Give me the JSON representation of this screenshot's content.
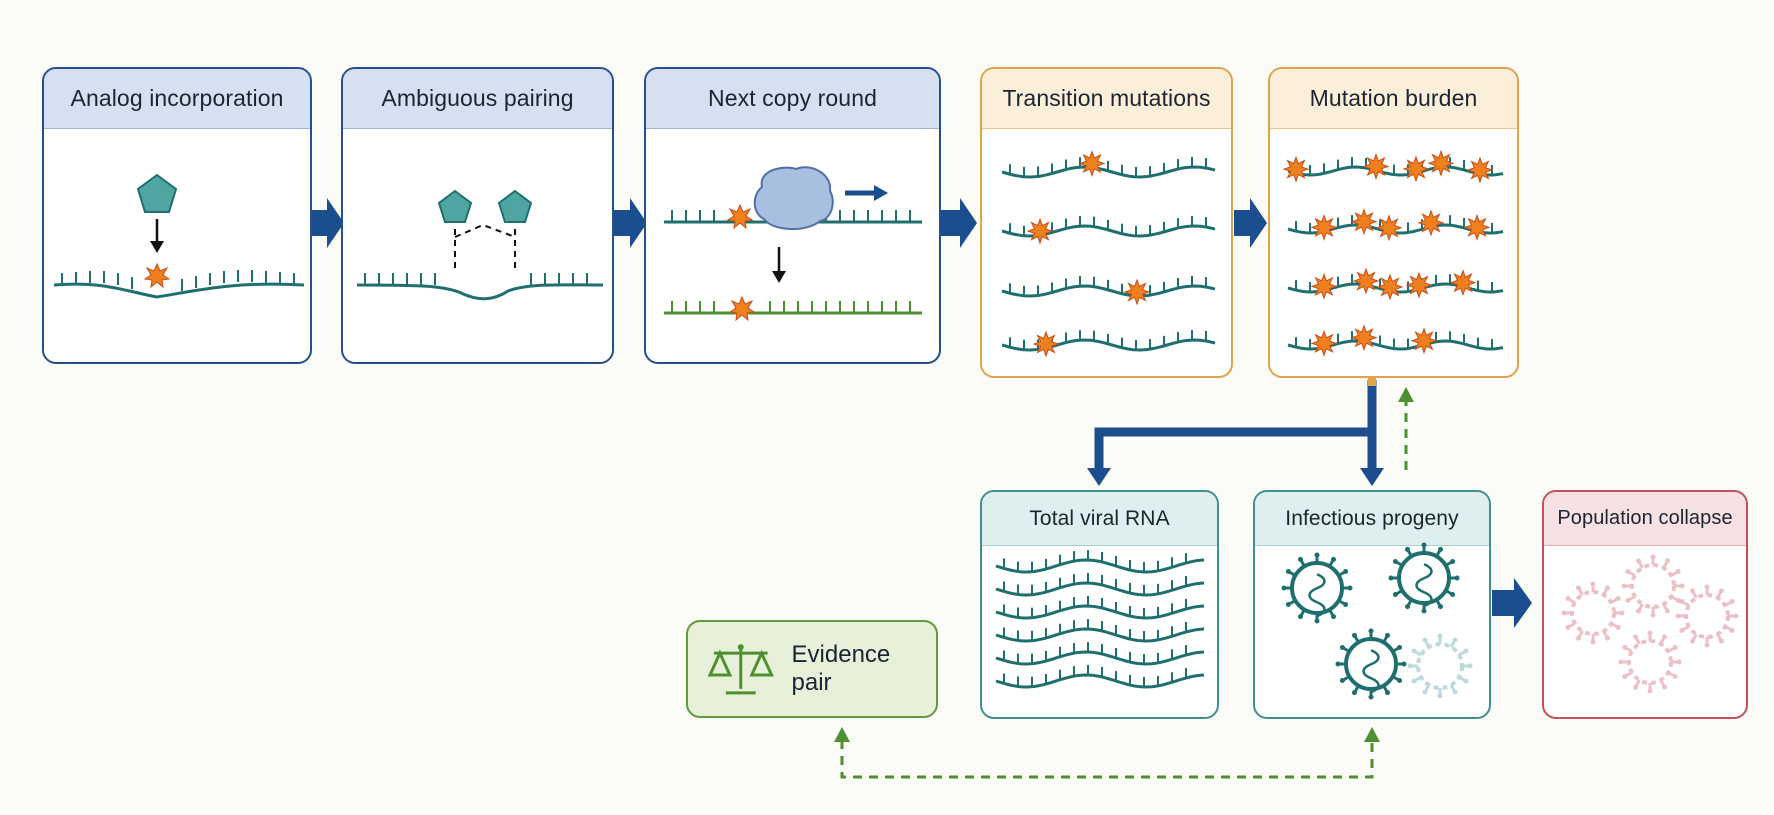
{
  "panels": {
    "analog_incorporation": "Analog incorporation",
    "ambiguous_pairing": "Ambiguous pairing",
    "next_copy_round": "Next copy round",
    "transition_mutations": "Transition mutations",
    "mutation_burden": "Mutation burden",
    "total_viral_rna": "Total viral RNA",
    "infectious_progeny": "Infectious progeny",
    "population_collapse": "Population collapse"
  },
  "evidence": {
    "label": "Evidence pair",
    "icon": "balance-scale-icon"
  },
  "colors": {
    "process_blue": "#1f4e8c",
    "mutation_orange": "#e0a24a",
    "rna_teal": "#1f6f6f",
    "collapse_red": "#c4505d",
    "evidence_green": "#5f9a3b",
    "mutation_star": "#f07f1e"
  }
}
